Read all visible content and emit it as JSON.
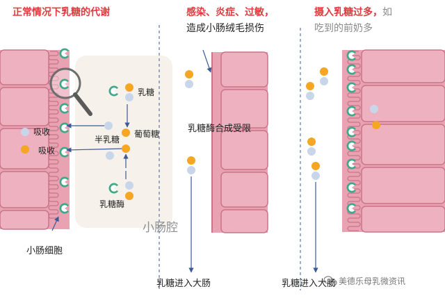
{
  "headings": {
    "normal": "正常情况下乳糖的代谢",
    "damage_line1": "感染、炎症、过敏，",
    "damage_line2": "造成小肠绒毛损伤",
    "excess_line1_red": "摄入乳糖过多，",
    "excess_line1_gray": "如",
    "excess_line2": "吃到的前奶多"
  },
  "labels": {
    "lactose": "乳糖",
    "glucose": "葡萄糖",
    "galactose": "半乳糖",
    "lactase": "乳糖酶",
    "absorb_1": "吸收",
    "absorb_2": "吸收",
    "lumen": "小肠腔",
    "cell": "小肠细胞",
    "lactase_limited": "乳糖酶合成受限",
    "to_colon_1": "乳糖进入大肠",
    "to_colon_2": "乳糖进入大肠"
  },
  "watermark": "美德乐母乳微资讯",
  "colors": {
    "heading_red": "#e03a3e",
    "tissue_pink": "#e8a2b2",
    "tissue_border": "#c9748a",
    "glucose_orange": "#f5a623",
    "galactose_blue": "#c9d6ea",
    "lactase_green": "#3fa889",
    "arrow_blue": "#3a5a9a",
    "lumen_bg": "#f6f1ea"
  }
}
